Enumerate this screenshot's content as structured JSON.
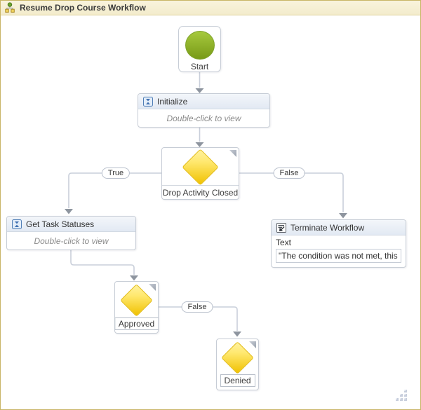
{
  "window": {
    "title": "Resume Drop Course Workflow"
  },
  "canvas": {
    "nodes": {
      "start": {
        "label": "Start"
      },
      "initialize": {
        "title": "Initialize",
        "body_hint": "Double-click to view"
      },
      "drop_activity_closed": {
        "label": "Drop Activity Closed"
      },
      "get_task_statuses": {
        "title": "Get Task Statuses",
        "body_hint": "Double-click to view"
      },
      "terminate_workflow": {
        "title": "Terminate Workflow",
        "field_label": "Text",
        "field_value": "\"The condition was not met, this is n"
      },
      "approved": {
        "label": "Approved"
      },
      "denied": {
        "label": "Denied"
      }
    },
    "connectors": {
      "decision_true": {
        "label": "True"
      },
      "decision_false": {
        "label": "False"
      },
      "approved_false": {
        "label": "False"
      }
    }
  },
  "icons": {
    "titlebar": "workflow-icon",
    "activity": "invoke-workflow-icon",
    "terminate": "terminate-workflow-icon"
  },
  "colors": {
    "titlebar_bg": "#F7F1D6",
    "frame_border": "#C8B566",
    "start_green": "#8FB82E",
    "diamond_yellow": "#F2C500",
    "connector_line": "#C9CFDA",
    "arrowhead": "#8E959F"
  }
}
